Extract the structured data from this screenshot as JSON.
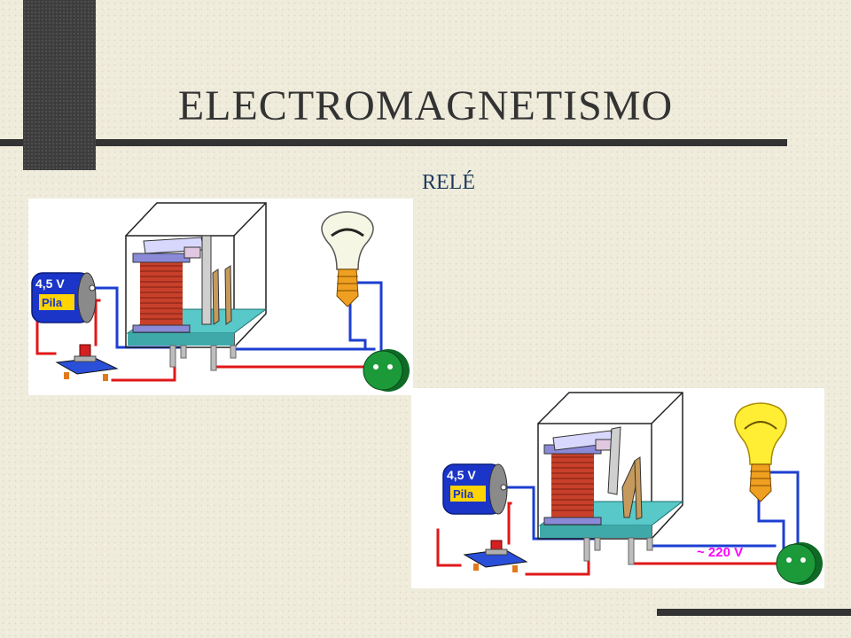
{
  "slide": {
    "title": "ELECTROMAGNETISMO",
    "subtitle": "RELÉ"
  },
  "diagram_off": {
    "battery": {
      "voltage": "4,5 V",
      "label": "Pila"
    },
    "lamp_lit": false
  },
  "diagram_on": {
    "battery": {
      "voltage": "4,5 V",
      "label": "Pila"
    },
    "mains": "~ 220 V",
    "lamp_lit": true
  },
  "colors": {
    "background": "#efecdc",
    "title": "#333333",
    "subtitle": "#1f3a5c",
    "wire_red": "#e01818",
    "wire_blue": "#1c3fd0",
    "battery": "#1a35c8",
    "coil": "#c8402a",
    "base": "#58c8c8",
    "lamp_off": "#f6f6e4",
    "lamp_on": "#ffee33",
    "socket": "#1c9a3a",
    "mains_label": "#ff00ff"
  }
}
